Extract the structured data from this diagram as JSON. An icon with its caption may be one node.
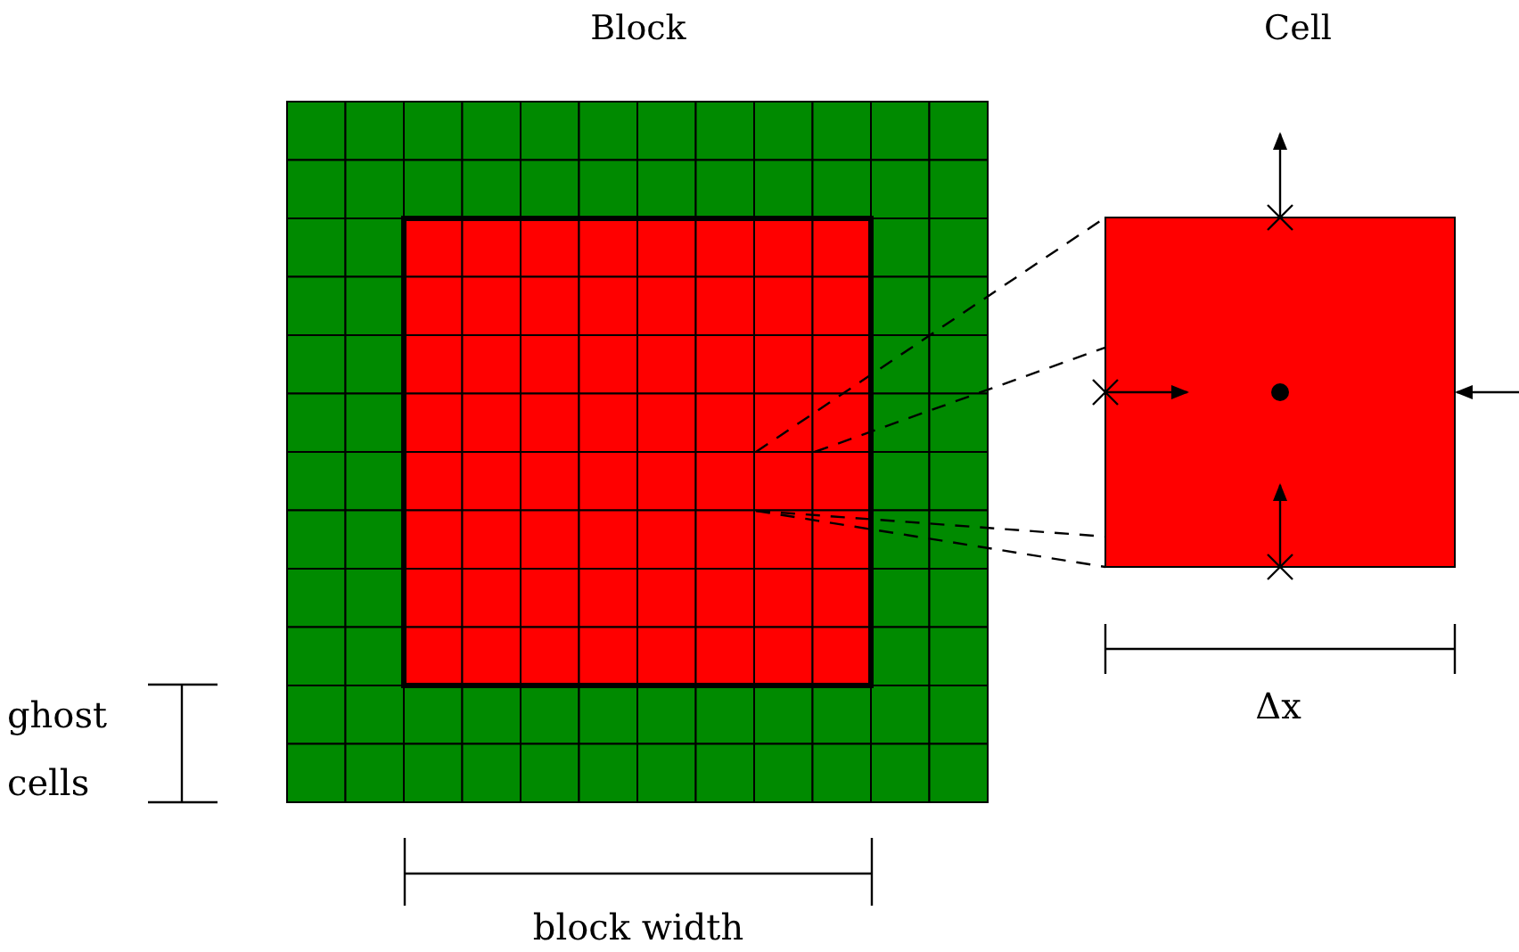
{
  "diagram": {
    "nodes": [
      {
        "text": [
          "Block"
        ]
      },
      {
        "text": [],
        "shape": "box"
      }
    ],
    "edges": [
      {
        "from": 0,
        "to": 1,
        "arrow": "none",
        "style": "dashed"
      },
      {
        "from": 0,
        "to": 1,
        "arrow": "none",
        "style": "dashed"
      },
      {
        "from": 0,
        "to": 1,
        "arrow": "none",
        "style": "dashed"
      },
      {
        "from": 0,
        "to": 1,
        "arrow": "none",
        "style": "dashed"
      }
    ],
    "labels": [
      "Cell",
      "ghost cells",
      "block width",
      "Δx"
    ]
  }
}
